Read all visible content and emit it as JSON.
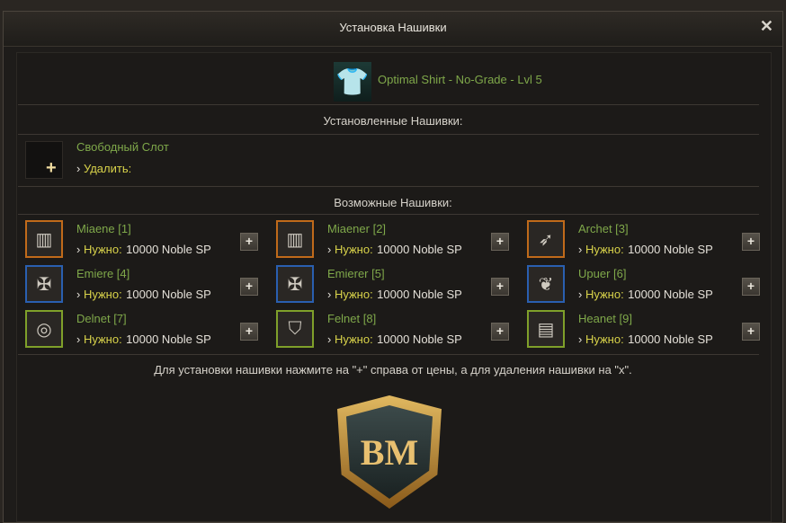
{
  "title": "Установка Нашивки",
  "item": {
    "name": "Optimal Shirt - No-Grade - Lvl 5",
    "icon": "shirt-icon"
  },
  "installed_header": "Установленные Нашивки:",
  "slot": {
    "label": "Свободный Слот",
    "remove_prefix": "› ",
    "remove": "Удалить:"
  },
  "available_header": "Возможные Нашивки:",
  "patches": [
    {
      "name": "Miaene [1]",
      "need": "Нужно:",
      "cost": "10000 Noble SP",
      "color": "#c06a1a",
      "glyph": "▥"
    },
    {
      "name": "Miaener [2]",
      "need": "Нужно:",
      "cost": "10000 Noble SP",
      "color": "#c06a1a",
      "glyph": "▥"
    },
    {
      "name": "Archet [3]",
      "need": "Нужно:",
      "cost": "10000 Noble SP",
      "color": "#c06a1a",
      "glyph": "➶"
    },
    {
      "name": "Emiere [4]",
      "need": "Нужно:",
      "cost": "10000 Noble SP",
      "color": "#2a5fb0",
      "glyph": "✠"
    },
    {
      "name": "Emierer [5]",
      "need": "Нужно:",
      "cost": "10000 Noble SP",
      "color": "#2a5fb0",
      "glyph": "✠"
    },
    {
      "name": "Upuer [6]",
      "need": "Нужно:",
      "cost": "10000 Noble SP",
      "color": "#2a5fb0",
      "glyph": "❦"
    },
    {
      "name": "Delnet [7]",
      "need": "Нужно:",
      "cost": "10000 Noble SP",
      "color": "#7fa02a",
      "glyph": "◎"
    },
    {
      "name": "Felnet [8]",
      "need": "Нужно:",
      "cost": "10000 Noble SP",
      "color": "#7fa02a",
      "glyph": "⛉"
    },
    {
      "name": "Heanet [9]",
      "need": "Нужно:",
      "cost": "10000 Noble SP",
      "color": "#7fa02a",
      "glyph": "▤"
    }
  ],
  "plus_label": "+",
  "footer": "Для установки нашивки нажмите на \"+\" справа от цены, а для удаления нашивки на \"x\".",
  "logo": "BM",
  "close": "✕"
}
